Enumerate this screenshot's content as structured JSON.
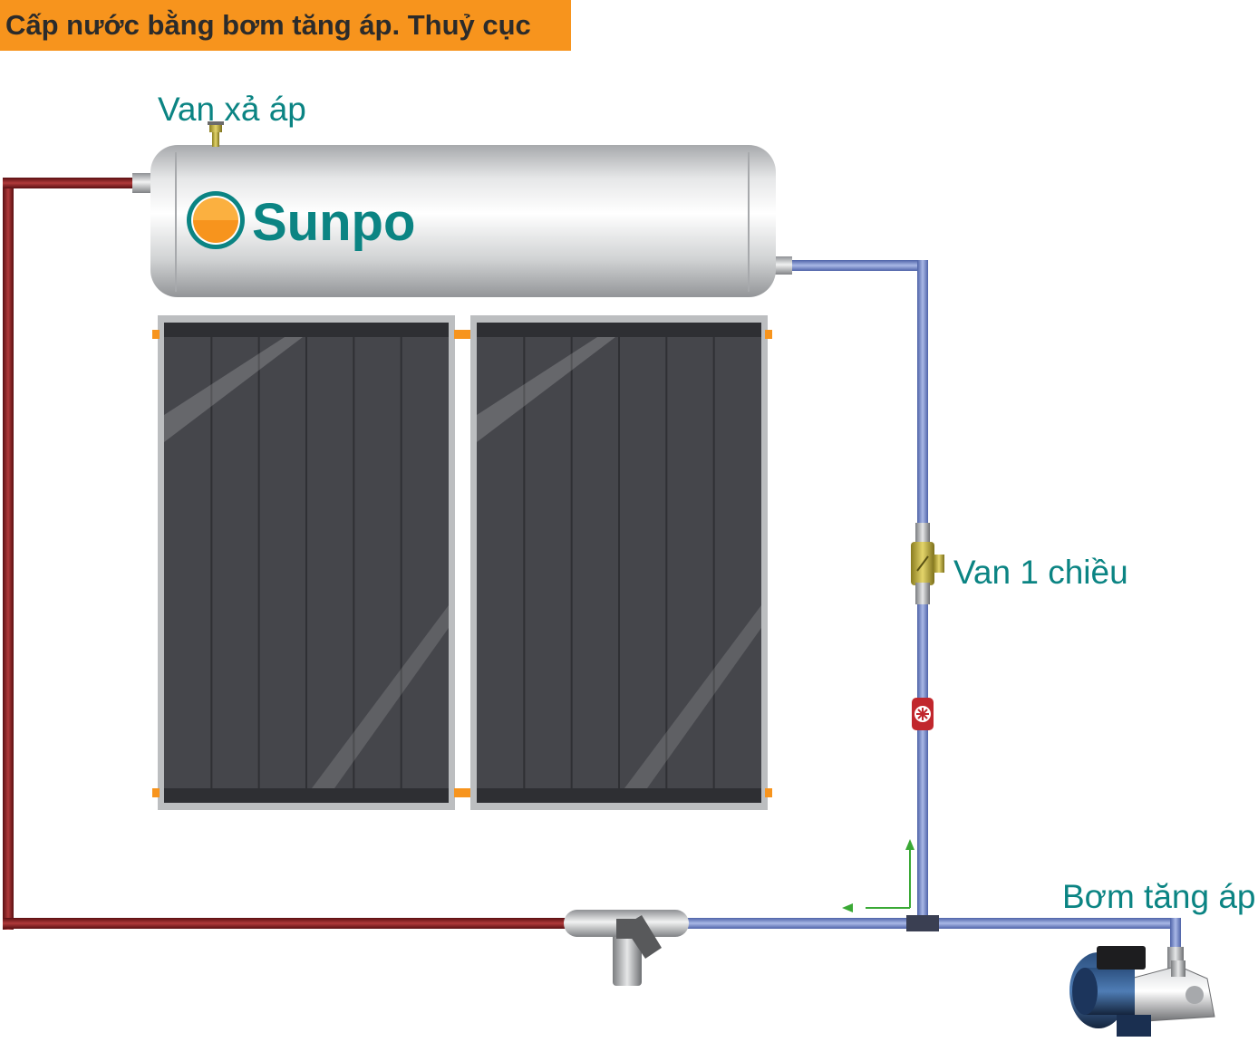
{
  "title": "Cấp nước bằng bơm tăng áp. Thuỷ cục",
  "brand": "Sunpo",
  "labels": {
    "relief_valve": "Van xả áp",
    "check_valve": "Van 1 chiều",
    "booster_pump": "Bơm tăng áp"
  },
  "icons": {
    "brand_logo": "sun-logo-icon",
    "pump": "booster-pump-icon",
    "check_valve": "check-valve-icon",
    "relief_valve": "relief-valve-icon",
    "water_meter": "water-meter-icon",
    "mixing_valve": "mixing-valve-icon"
  },
  "colors": {
    "title_background": "#f7941d",
    "label_text": "#0b8483",
    "hot_pipe": "#8b1a1a",
    "cold_pipe": "#6f86c6",
    "flow_arrow": "#3aa935",
    "panel": "#45464b"
  }
}
